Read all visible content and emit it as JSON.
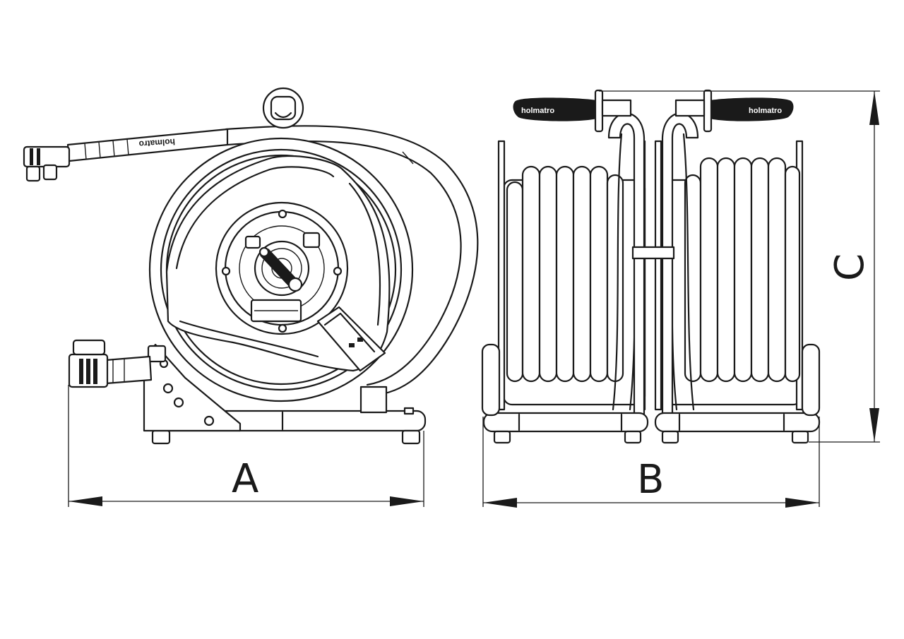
{
  "diagram": {
    "brand_text": "holmatro",
    "views": [
      {
        "id": "side",
        "dimension_label": "A"
      },
      {
        "id": "front",
        "dimension_label": "B"
      }
    ],
    "height_dimension_label": "C",
    "colors": {
      "line": "#1a1a1a",
      "background": "#ffffff"
    }
  }
}
